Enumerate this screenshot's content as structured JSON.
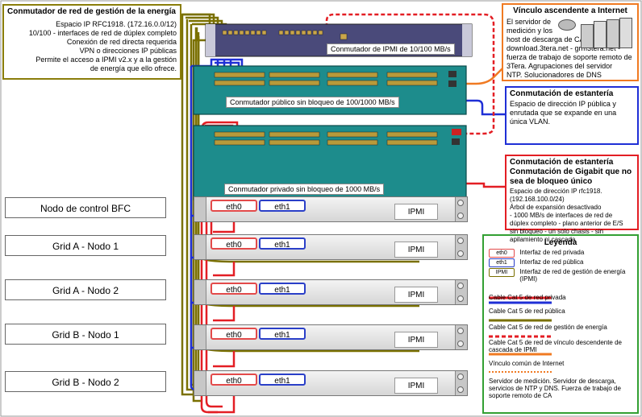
{
  "energy_box": {
    "title": "Conmutador de red de gestión de la energía",
    "lines": [
      "Espacio IP RFC1918. (172.16.0.0/12)",
      "10/100 - interfaces de red de dúplex completo",
      "Conexión de red directa requerida",
      "VPN o direcciones IP públicas",
      "Permite el acceso a IPMI v2.x y a la gestión",
      "de energía que ello ofrece."
    ]
  },
  "uplink_box": {
    "title": "Vínculo ascendente  a Internet",
    "lines": [
      "El servidor de",
      "medición y los",
      "host de descarga de CA",
      "download.3tera.net - grm3tera.net -",
      "fuerza de trabajo de soporte  remoto de",
      "3Tera. Agrupaciones del servidor",
      "NTP. Solucionadores de DNS"
    ]
  },
  "public_box": {
    "title": "Conmutación de estantería",
    "lines": [
      "Espacio de dirección IP pública y",
      "enrutada que se expande en una",
      "única VLAN."
    ]
  },
  "private_box": {
    "title_lines": [
      "Conmutación de estantería",
      "Conmutación de Gigabit que no",
      "sea de bloqueo único"
    ],
    "lines": [
      "Espacio de dirección IP rfc1918.",
      "(192.168.100.0/24)",
      "Árbol de expansión desactivado",
      "- 1000 MB/s  de  interfaces de red de",
      "dúplex completo - plano anterior de E/S",
      " sin  bloqueo - un solo chasis - sin",
      "apilamiento ni cascada"
    ]
  },
  "switches": {
    "ipmi": "Conmutador de IPMI de 10/100 MB/s",
    "public": "Conmutador público  sin bloqueo de 100/1000 MB/s",
    "private": "Conmutador privado sin bloqueo de 1000 MB/s"
  },
  "nodes": [
    {
      "label": "Nodo de control BFC",
      "eth0": "eth0",
      "eth1": "eth1",
      "ipmi": "IPMI"
    },
    {
      "label": "Grid A - Nodo 1",
      "eth0": "eth0",
      "eth1": "eth1",
      "ipmi": "IPMI"
    },
    {
      "label": "Grid A - Nodo 2",
      "eth0": "eth0",
      "eth1": "eth1",
      "ipmi": "IPMI"
    },
    {
      "label": "Grid B - Nodo 1",
      "eth0": "eth0",
      "eth1": "eth1",
      "ipmi": "IPMI"
    },
    {
      "label": "Grid B - Nodo 2",
      "eth0": "eth0",
      "eth1": "eth1",
      "ipmi": "IPMI"
    }
  ],
  "legend": {
    "title": "Leyenda",
    "iface_private_tag": "eth0",
    "iface_private": "Interfaz de red privada",
    "iface_public_tag": "eth1",
    "iface_public": "Interfaz de red pública",
    "iface_ipmi_tag": "IPMI",
    "iface_ipmi": "Interfaz de red de gestión de energía (IPMI)",
    "cable_private": "Cable Cat 5 de red privada",
    "cable_public": "Cable Cat 5 de red pública",
    "cable_energy": "Cable Cat 5 de red de gestión de energía",
    "cable_cascade": "Cable Cat 5 de red de vínculo descendente de cascada de IPMI",
    "internet_link": "Vínculo común de Internet",
    "servers_note": "Servidor de medición. Servidor de descarga, servicios de NTP y DNS. Fuerza de trabajo de soporte remoto de CA"
  },
  "colors": {
    "private": "#e31e24",
    "public": "#1f2fd6",
    "energy": "#7a7000",
    "internet": "#f07a22",
    "switch_teal": "#1d8c8c",
    "ipmi_switch": "#4a4a7a",
    "legend_border": "#33a033",
    "energy_box_border": "#8a7d0a"
  }
}
